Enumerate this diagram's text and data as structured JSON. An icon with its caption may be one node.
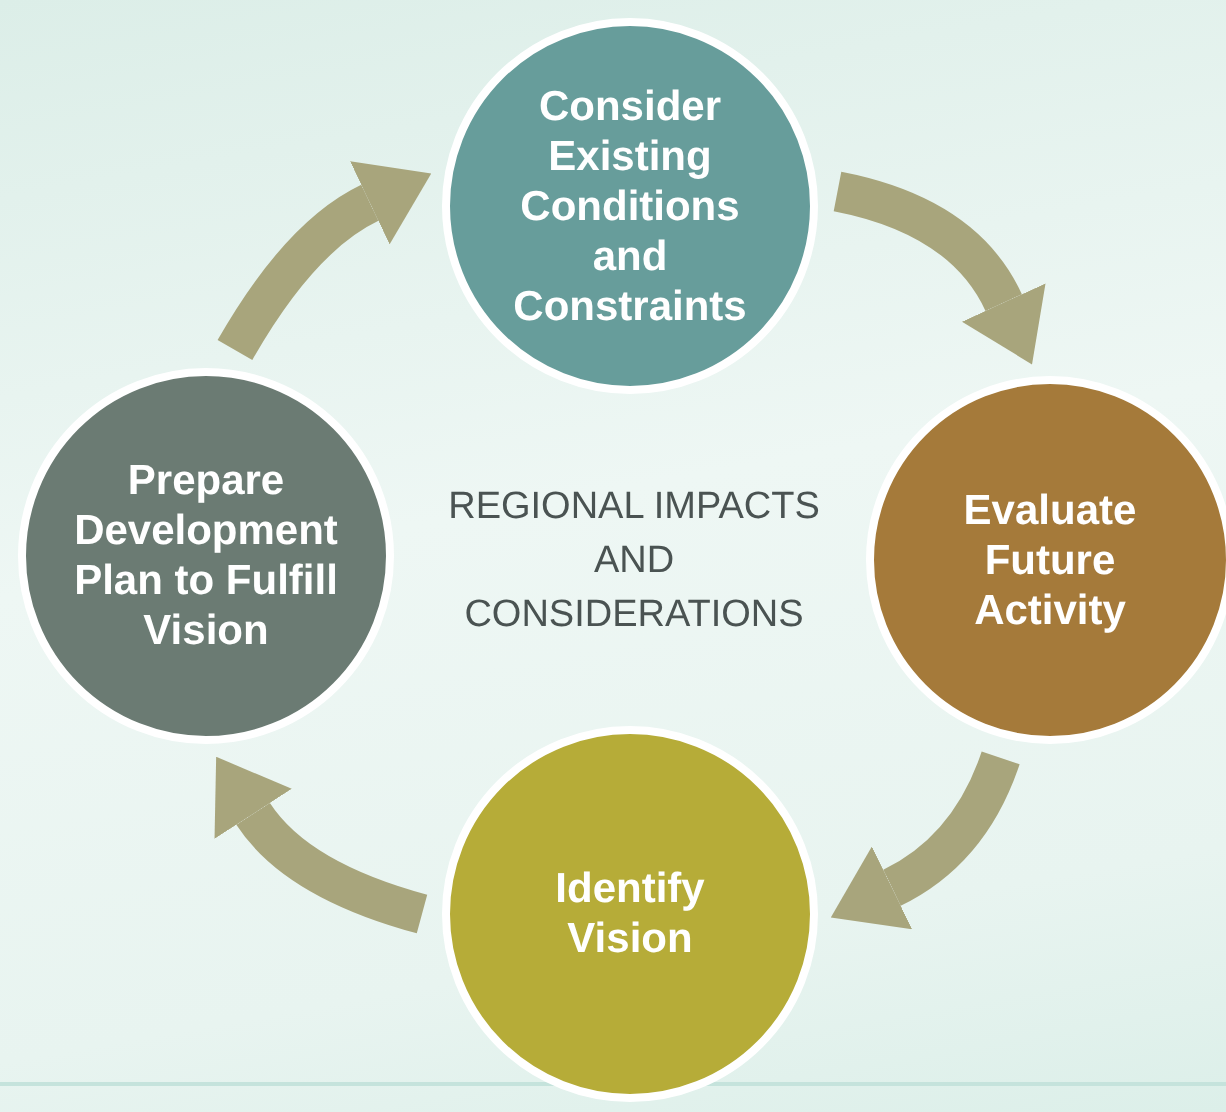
{
  "diagram": {
    "nodes": [
      {
        "text": [
          "Consider Existing Conditions and Constraints"
        ]
      },
      {
        "text": [
          "Prepare Development Plan to Fulfill Vision"
        ]
      },
      {
        "text": [
          "Evaluate Future Activity"
        ]
      },
      {
        "text": [
          "Identify Vision"
        ]
      }
    ],
    "edges": [
      {
        "from": 1,
        "to": 0,
        "arrow": "to"
      },
      {
        "from": 0,
        "to": 2,
        "arrow": "to"
      },
      {
        "from": 2,
        "to": 3,
        "arrow": "to"
      },
      {
        "from": 3,
        "to": 1,
        "arrow": "to"
      }
    ],
    "labels": [
      "REGIONAL IMPACTS AND CONSIDERATIONS"
    ]
  }
}
